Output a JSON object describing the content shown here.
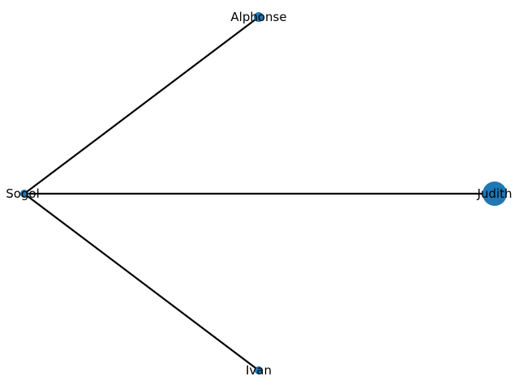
{
  "graph": {
    "node_color": "#1f77b4",
    "edge_color": "#000000",
    "nodes": [
      {
        "id": "alphonse",
        "label": "Alphonse"
      },
      {
        "id": "sogol",
        "label": "Sogol"
      },
      {
        "id": "judith",
        "label": "Judith"
      },
      {
        "id": "ivan",
        "label": "Ivan"
      }
    ],
    "edges": [
      {
        "source": "sogol",
        "target": "alphonse"
      },
      {
        "source": "sogol",
        "target": "judith"
      },
      {
        "source": "sogol",
        "target": "ivan"
      }
    ]
  }
}
